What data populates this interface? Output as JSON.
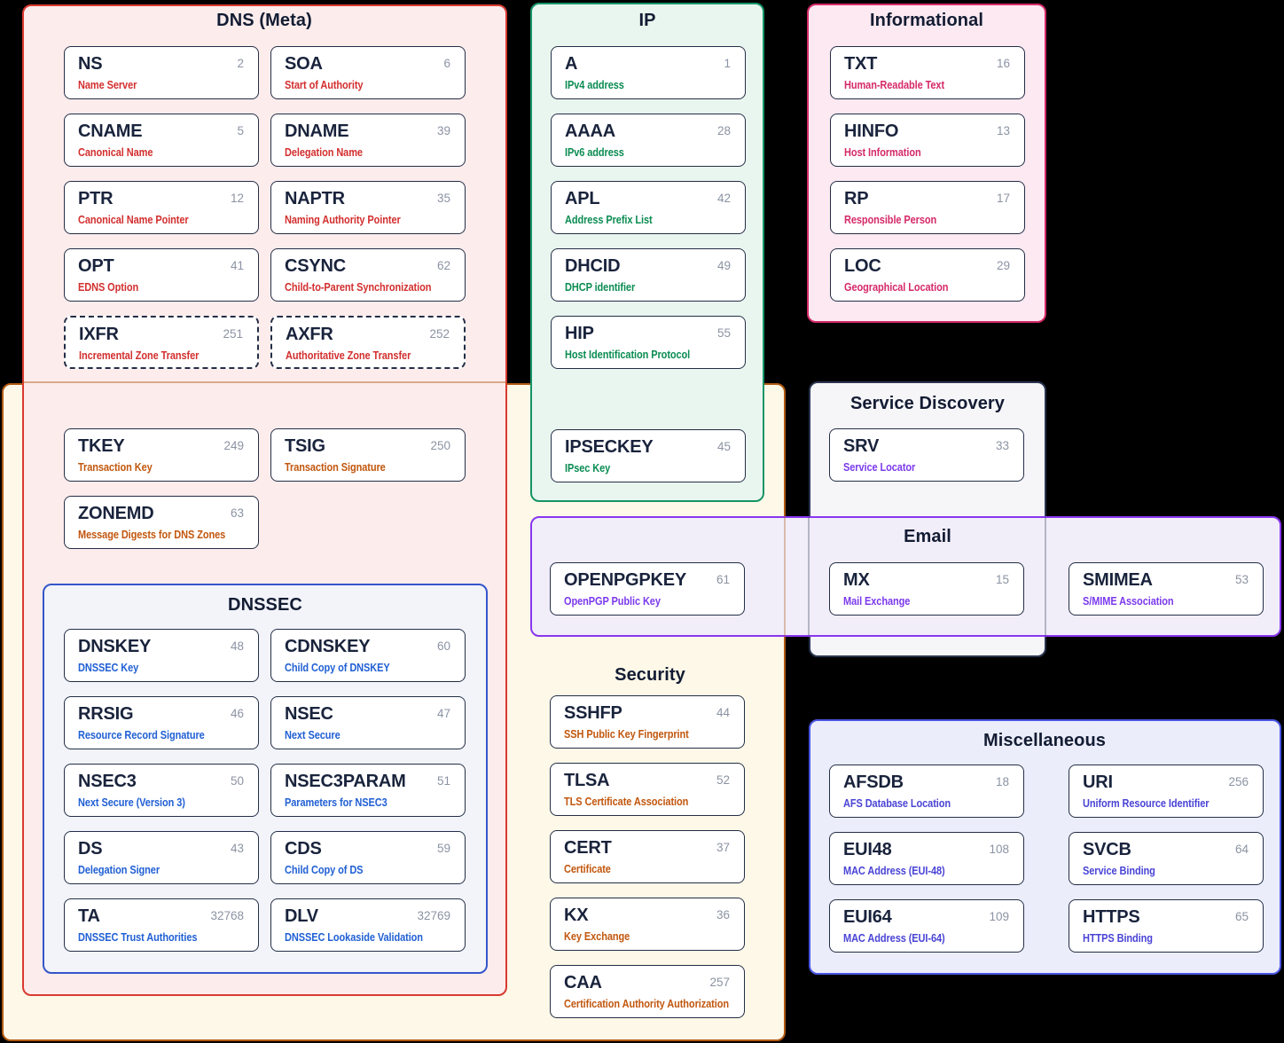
{
  "palette": {
    "background": "#000000",
    "card_fill": "#ffffff",
    "card_border": "#232e46",
    "record_name_color": "#19233c",
    "record_number_color": "#8b93a3",
    "title_color": "#131c33"
  },
  "boxes": {
    "security": {
      "title": "Security",
      "fill": "#fdf8e8",
      "border": "#b05910"
    },
    "dns_meta": {
      "title": "DNS (Meta)",
      "fill": "#fcecec",
      "border": "#d93a30"
    },
    "ip": {
      "title": "IP",
      "fill": "#e9f6ef",
      "border": "#169466"
    },
    "informational": {
      "title": "Informational",
      "fill": "#fce9f1",
      "border": "#d52a68"
    },
    "service_discovery": {
      "title": "Service Discovery",
      "fill": "#f6f6f9",
      "border": "#2a3550"
    },
    "email": {
      "title": "Email",
      "fill": "#f1eefa",
      "border": "#8936ef"
    },
    "dnssec": {
      "title": "DNSSEC",
      "fill": "#f2f4fa",
      "border": "#3456c9"
    },
    "miscellaneous": {
      "title": "Miscellaneous",
      "fill": "#ebedfb",
      "border": "#4a55e2"
    }
  },
  "groups": {
    "dns_meta": {
      "color": "#d32f2f",
      "records": [
        {
          "name": "NS",
          "num": "2",
          "desc": "Name Server"
        },
        {
          "name": "SOA",
          "num": "6",
          "desc": "Start of Authority"
        },
        {
          "name": "CNAME",
          "num": "5",
          "desc": "Canonical Name"
        },
        {
          "name": "DNAME",
          "num": "39",
          "desc": "Delegation Name"
        },
        {
          "name": "PTR",
          "num": "12",
          "desc": "Canonical Name Pointer"
        },
        {
          "name": "NAPTR",
          "num": "35",
          "desc": "Naming Authority Pointer"
        },
        {
          "name": "OPT",
          "num": "41",
          "desc": "EDNS Option"
        },
        {
          "name": "CSYNC",
          "num": "62",
          "desc": "Child-to-Parent Synchronization"
        },
        {
          "name": "IXFR",
          "num": "251",
          "desc": "Incremental Zone Transfer",
          "dashed": true
        },
        {
          "name": "AXFR",
          "num": "252",
          "desc": "Authoritative Zone Transfer",
          "dashed": true
        }
      ]
    },
    "transaction": {
      "color": "#c2570e",
      "records": [
        {
          "name": "TKEY",
          "num": "249",
          "desc": "Transaction Key"
        },
        {
          "name": "TSIG",
          "num": "250",
          "desc": "Transaction Signature"
        },
        {
          "name": "ZONEMD",
          "num": "63",
          "desc": "Message Digests for DNS Zones"
        }
      ]
    },
    "dnssec": {
      "color": "#2160d4",
      "records": [
        {
          "name": "DNSKEY",
          "num": "48",
          "desc": "DNSSEC Key"
        },
        {
          "name": "CDNSKEY",
          "num": "60",
          "desc": "Child Copy of DNSKEY"
        },
        {
          "name": "RRSIG",
          "num": "46",
          "desc": "Resource Record Signature"
        },
        {
          "name": "NSEC",
          "num": "47",
          "desc": "Next Secure"
        },
        {
          "name": "NSEC3",
          "num": "50",
          "desc": "Next Secure (Version 3)"
        },
        {
          "name": "NSEC3PARAM",
          "num": "51",
          "desc": "Parameters for NSEC3"
        },
        {
          "name": "DS",
          "num": "43",
          "desc": "Delegation Signer"
        },
        {
          "name": "CDS",
          "num": "59",
          "desc": "Child Copy of DS"
        },
        {
          "name": "TA",
          "num": "32768",
          "desc": "DNSSEC Trust Authorities"
        },
        {
          "name": "DLV",
          "num": "32769",
          "desc": "DNSSEC Lookaside Validation"
        }
      ]
    },
    "ip": {
      "color": "#0b8c52",
      "records": [
        {
          "name": "A",
          "num": "1",
          "desc": "IPv4 address"
        },
        {
          "name": "AAAA",
          "num": "28",
          "desc": "IPv6 address"
        },
        {
          "name": "APL",
          "num": "42",
          "desc": "Address Prefix List"
        },
        {
          "name": "DHCID",
          "num": "49",
          "desc": "DHCP identifier"
        },
        {
          "name": "HIP",
          "num": "55",
          "desc": "Host Identification Protocol"
        },
        {
          "name": "IPSECKEY",
          "num": "45",
          "desc": "IPsec Key"
        }
      ]
    },
    "informational": {
      "color": "#d52a68",
      "records": [
        {
          "name": "TXT",
          "num": "16",
          "desc": "Human-Readable Text"
        },
        {
          "name": "HINFO",
          "num": "13",
          "desc": "Host Information"
        },
        {
          "name": "RP",
          "num": "17",
          "desc": "Responsible Person"
        },
        {
          "name": "LOC",
          "num": "29",
          "desc": "Geographical Location"
        }
      ]
    },
    "service_discovery": {
      "color": "#7c3aed",
      "records": [
        {
          "name": "SRV",
          "num": "33",
          "desc": "Service Locator"
        }
      ]
    },
    "email": {
      "color": "#7c3aed",
      "records": [
        {
          "name": "OPENPGPKEY",
          "num": "61",
          "desc": "OpenPGP Public Key"
        },
        {
          "name": "MX",
          "num": "15",
          "desc": "Mail Exchange"
        },
        {
          "name": "SMIMEA",
          "num": "53",
          "desc": "S/MIME Association"
        }
      ]
    },
    "security": {
      "color": "#c2570e",
      "records": [
        {
          "name": "SSHFP",
          "num": "44",
          "desc": "SSH Public Key Fingerprint"
        },
        {
          "name": "TLSA",
          "num": "52",
          "desc": "TLS Certificate Association"
        },
        {
          "name": "CERT",
          "num": "37",
          "desc": "Certificate"
        },
        {
          "name": "KX",
          "num": "36",
          "desc": "Key Exchange"
        },
        {
          "name": "CAA",
          "num": "257",
          "desc": "Certification Authority Authorization"
        }
      ]
    },
    "miscellaneous": {
      "color": "#4a44d6",
      "records": [
        {
          "name": "AFSDB",
          "num": "18",
          "desc": "AFS Database Location"
        },
        {
          "name": "URI",
          "num": "256",
          "desc": "Uniform Resource Identifier"
        },
        {
          "name": "EUI48",
          "num": "108",
          "desc": "MAC Address (EUI-48)"
        },
        {
          "name": "SVCB",
          "num": "64",
          "desc": "Service Binding"
        },
        {
          "name": "EUI64",
          "num": "109",
          "desc": "MAC Address (EUI-64)"
        },
        {
          "name": "HTTPS",
          "num": "65",
          "desc": "HTTPS Binding"
        }
      ]
    }
  }
}
